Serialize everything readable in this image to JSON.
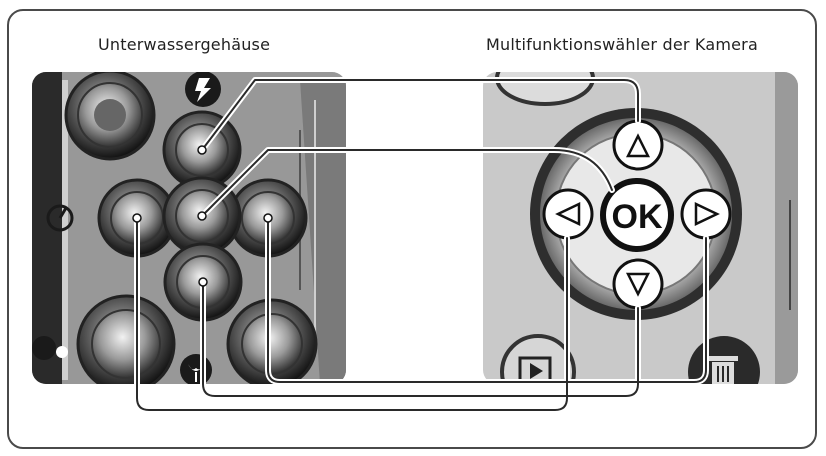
{
  "labels": {
    "left": "Unterwassergehäuse",
    "right": "Multifunktionswähler der Kamera"
  },
  "camera": {
    "ok_label": "OK"
  },
  "icons": [
    "flash-icon",
    "self-timer-icon",
    "macro-tulip-icon",
    "menu-button",
    "play-icon",
    "trash-icon"
  ],
  "colors": {
    "frame": "#4a4a4a",
    "photo_bg": "#9a9a9a",
    "connector": "#2a2a2a"
  }
}
